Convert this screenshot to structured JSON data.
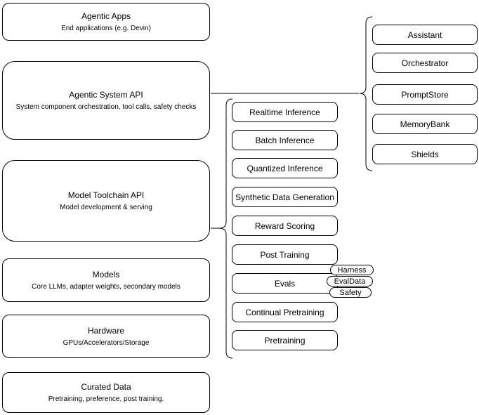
{
  "colors": {
    "stroke": "#000000",
    "node_fill": "#ffffff",
    "background": "#ffffff",
    "text": "#000000"
  },
  "left_column": [
    {
      "id": "agentic-apps",
      "title": "Agentic Apps",
      "subtitle": "End applications (e.g. Devin)"
    },
    {
      "id": "agentic-system-api",
      "title": "Agentic System API",
      "subtitle": "System component orchestration, tool calls, safety checks"
    },
    {
      "id": "model-toolchain-api",
      "title": "Model Toolchain API",
      "subtitle": "Model development & serving"
    },
    {
      "id": "models",
      "title": "Models",
      "subtitle": "Core LLMs, adapter weights, secondary models"
    },
    {
      "id": "hardware",
      "title": "Hardware",
      "subtitle": "GPUs/Accelerators/Storage"
    },
    {
      "id": "curated-data",
      "title": "Curated Data",
      "subtitle": "Pretraining, preference, post training."
    }
  ],
  "toolchain_items": [
    "Realtime Inference",
    "Batch Inference",
    "Quantized Inference",
    "Synthetic Data Generation",
    "Reward Scoring",
    "Post Training",
    "Evals",
    "Continual Pretraining",
    "Pretraining"
  ],
  "eval_tags": [
    "Harness",
    "EvalData",
    "Safety"
  ],
  "system_components": [
    "Assistant",
    "Orchestrator",
    "PromptStore",
    "MemoryBank",
    "Shields"
  ]
}
